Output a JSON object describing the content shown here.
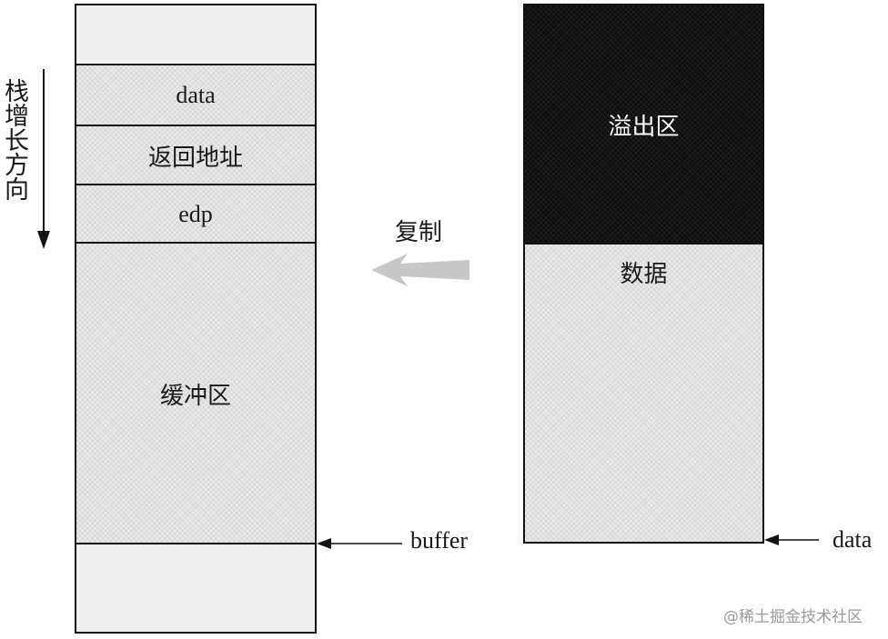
{
  "stack": {
    "growth_label": "栈增长方向",
    "cells": {
      "data": "data",
      "return_address": "返回地址",
      "edp": "edp",
      "buffer_area": "缓冲区"
    },
    "buffer_pointer_label": "buffer"
  },
  "copy": {
    "label": "复制"
  },
  "source": {
    "overflow_area": "溢出区",
    "data_area": "数据",
    "data_pointer_label": "data"
  },
  "watermark": "@稀土掘金技术社区",
  "colors": {
    "outline": "#111111",
    "cell_fill": "#e9e9e9",
    "overflow_fill": "#0d0d0d",
    "arrow_fill": "#c8c8c8"
  }
}
